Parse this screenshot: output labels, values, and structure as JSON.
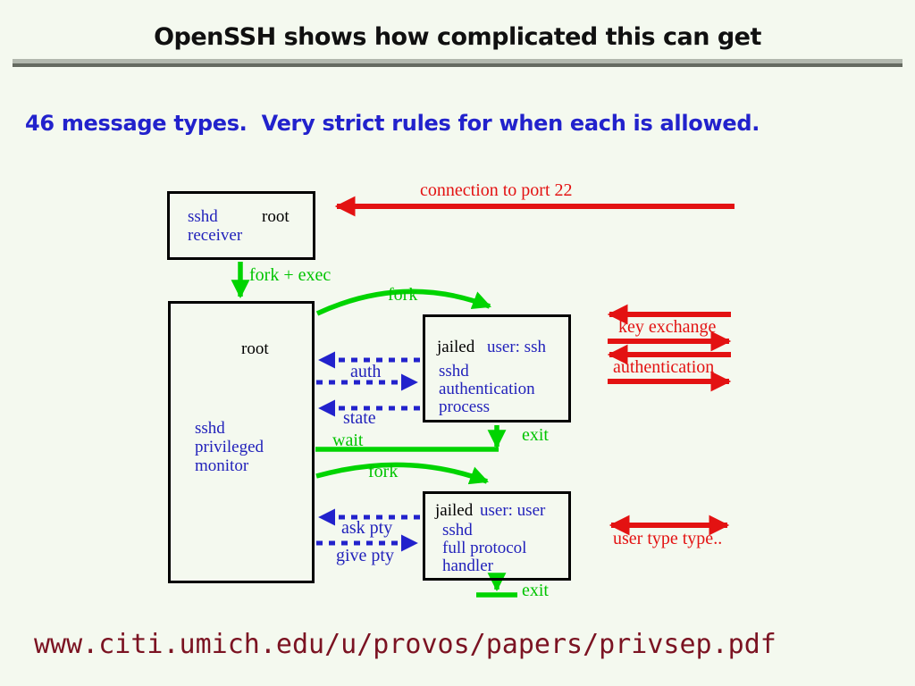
{
  "slide": {
    "title": "OpenSSH shows how complicated this can get",
    "subtitle": "46 message types.  Very strict rules for when each is allowed.",
    "footer_url": "www.citi.umich.edu/u/provos/papers/privsep.pdf"
  },
  "colors": {
    "background": "#f4f9ef",
    "title_text": "#101010",
    "subtitle_blue": "#2222cc",
    "diagram_blue": "#2222bb",
    "diagram_green": "#00d400",
    "diagram_red": "#e31212",
    "footer_maroon": "#7b1322",
    "rule_light": "#b2b8ae",
    "rule_dark": "#646a60"
  },
  "diagram": {
    "boxes": {
      "receiver": {
        "proc": "sshd",
        "user": "root",
        "role": "receiver"
      },
      "monitor": {
        "user": "root",
        "line1": "sshd",
        "line2": "privileged",
        "line3": "monitor"
      },
      "jailed_auth": {
        "jail": "jailed",
        "user": "user: ssh",
        "line1": "sshd",
        "line2": "authentication",
        "line3": "process"
      },
      "jailed_user": {
        "jail": "jailed",
        "user": "user: user",
        "line1": "sshd",
        "line2": "full protocol",
        "line3": "handler"
      }
    },
    "labels": {
      "connection": "connection to port 22",
      "fork_exec": "fork + exec",
      "fork1": "fork",
      "auth": "auth",
      "state": "state",
      "wait": "wait",
      "exit1": "exit",
      "fork2": "fork",
      "ask_pty": "ask pty",
      "give_pty": "give pty",
      "exit2": "exit",
      "key_exchange": "key exchange",
      "authentication": "authentication",
      "user_type": "user type type.."
    }
  }
}
